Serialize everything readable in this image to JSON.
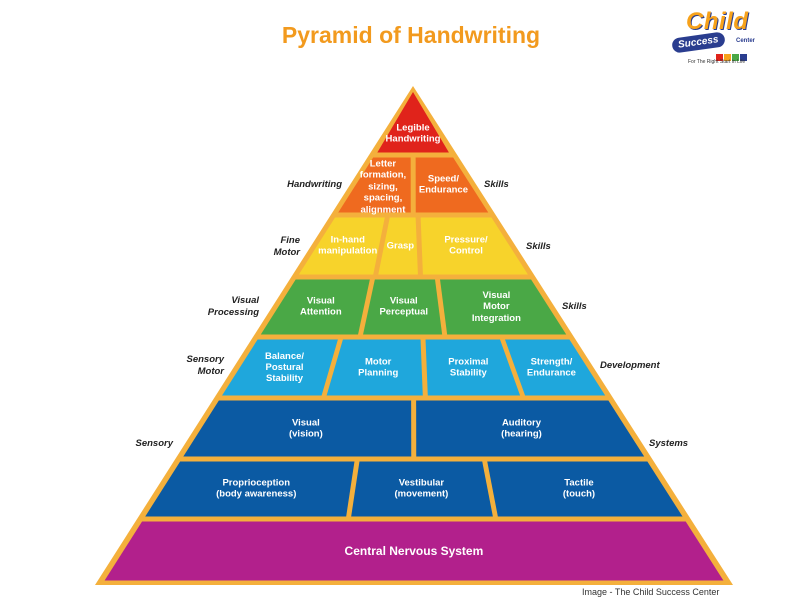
{
  "title": "Pyramid of Handwriting",
  "logo": {
    "word1": "Child",
    "word2": "Success",
    "word3": "Center",
    "tagline": "For The Right Start in Life"
  },
  "tiers": {
    "legible": {
      "label": "Legible\nHandwriting",
      "color": "#e0231b"
    },
    "handwriting": {
      "color": "#ef6a1f",
      "cells": [
        "Letter\nformation,\nsizing,\nspacing,\nalignment",
        "Speed/\nEndurance"
      ]
    },
    "fine_motor": {
      "color": "#f7d32b",
      "cells": [
        "In-hand\nmanipulation",
        "Grasp",
        "Pressure/\nControl"
      ]
    },
    "visual": {
      "color": "#4aa846",
      "cells": [
        "Visual\nAttention",
        "Visual\nPerceptual",
        "Visual\nMotor\nIntegration"
      ]
    },
    "sensory_motor": {
      "color": "#1fa7dc",
      "cells": [
        "Balance/\nPostural\nStability",
        "Motor\nPlanning",
        "Proximal\nStability",
        "Strength/\nEndurance"
      ]
    },
    "sensory1": {
      "color": "#0b5aa3",
      "cells": [
        "Visual\n(vision)",
        "Auditory\n(hearing)"
      ]
    },
    "sensory2": {
      "color": "#0b5aa3",
      "cells": [
        "Proprioception\n(body awareness)",
        "Vestibular\n(movement)",
        "Tactile\n(touch)"
      ]
    },
    "cns": {
      "label": "Central Nervous System",
      "color": "#b2208c"
    }
  },
  "side_labels": {
    "handwriting_left": "Handwriting",
    "handwriting_right": "Skills",
    "fine_motor_left": "Fine\nMotor",
    "fine_motor_right": "Skills",
    "visual_left": "Visual\nProcessing",
    "visual_right": "Skills",
    "sensory_motor_left": "Sensory\nMotor",
    "sensory_motor_right": "Development",
    "sensory_left": "Sensory",
    "sensory_right": "Systems"
  },
  "credit": "Image - The Child Success Center",
  "border_color": "#f4b03c"
}
